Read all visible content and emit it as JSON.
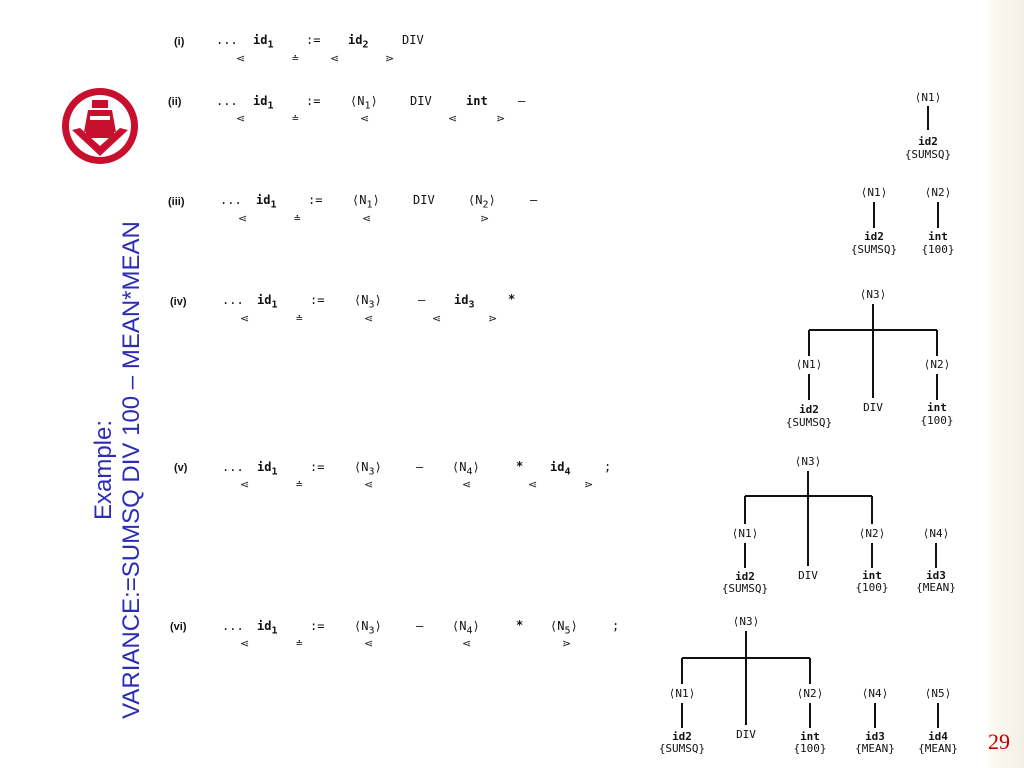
{
  "title": {
    "line1": "Example:",
    "line2": "VARIANCE:=SUMSQ DIV 100 – MEAN*MEAN"
  },
  "page_number": "29",
  "colors": {
    "title": "#2d2cb8",
    "page_number": "#c00000",
    "logo_red": "#c8102e"
  },
  "logo": {
    "icon": "bollard-emblem-icon"
  },
  "steps": [
    {
      "num": "(i)",
      "tokens": [
        "...",
        "id",
        "1",
        ":=",
        "id",
        "2",
        "DIV"
      ],
      "marks": [
        "⋖",
        "≐",
        "⋖",
        "⋗"
      ]
    },
    {
      "num": "(ii)",
      "tokens": [
        "...",
        "id",
        "1",
        ":=",
        "⟨N",
        "1",
        "⟩",
        "DIV",
        "int",
        "–"
      ],
      "marks": [
        "⋖",
        "≐",
        "⋖",
        "⋖",
        "⋗"
      ]
    },
    {
      "num": "(iii)",
      "tokens": [
        "...",
        "id",
        "1",
        ":=",
        "⟨N",
        "1",
        "⟩",
        "DIV",
        "⟨N",
        "2",
        "⟩",
        "–"
      ],
      "marks": [
        "⋖",
        "≐",
        "⋖",
        "⋗"
      ]
    },
    {
      "num": "(iv)",
      "tokens": [
        "...",
        "id",
        "1",
        ":=",
        "⟨N",
        "3",
        "⟩",
        "–",
        "id",
        "3",
        "*"
      ],
      "marks": [
        "⋖",
        "≐",
        "⋖",
        "⋖",
        "⋗"
      ]
    },
    {
      "num": "(v)",
      "tokens": [
        "...",
        "id",
        "1",
        ":=",
        "⟨N",
        "3",
        "⟩",
        "–",
        "⟨N",
        "4",
        "⟩",
        "*",
        "id",
        "4",
        ";"
      ],
      "marks": [
        "⋖",
        "≐",
        "⋖",
        "⋖",
        "⋖",
        "⋗"
      ]
    },
    {
      "num": "(vi)",
      "tokens": [
        "...",
        "id",
        "1",
        ":=",
        "⟨N",
        "3",
        "⟩",
        "–",
        "⟨N",
        "4",
        "⟩",
        "*",
        "⟨N",
        "5",
        "⟩",
        ";"
      ],
      "marks": [
        "⋖",
        "≐",
        "⋖",
        "⋖",
        "⋗"
      ]
    }
  ],
  "labels": {
    "N1": "⟨N1⟩",
    "N2": "⟨N2⟩",
    "N3": "⟨N3⟩",
    "N4": "⟨N4⟩",
    "N5": "⟨N5⟩",
    "id2": "id2",
    "id3": "id3",
    "id4": "id4",
    "int": "int",
    "div": "DIV",
    "sumsq": "{SUMSQ}",
    "hundred": "{100}",
    "mean": "{MEAN}"
  }
}
